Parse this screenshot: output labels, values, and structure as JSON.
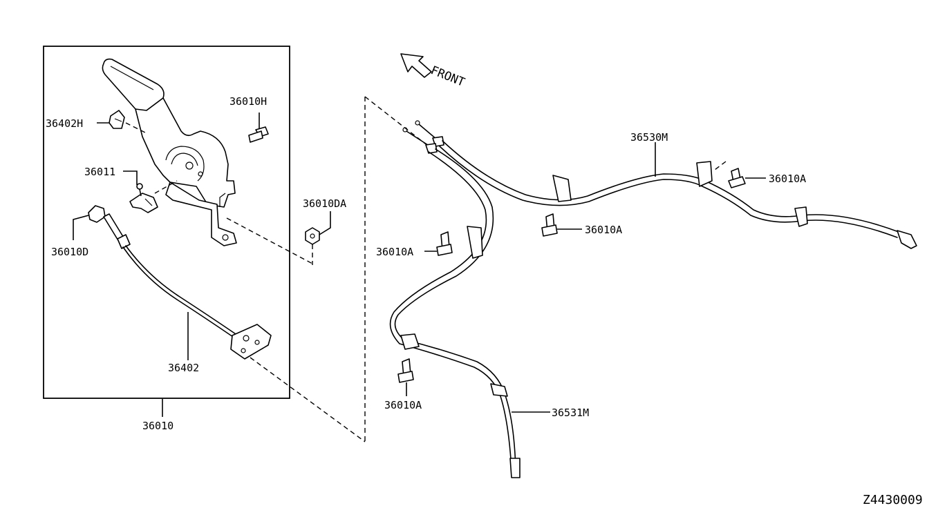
{
  "diagram": {
    "front_label": "FRONT",
    "drawing_code": "Z4430009",
    "callouts": {
      "c_36402H": "36402H",
      "c_36010H": "36010H",
      "c_36011": "36011",
      "c_36010D": "36010D",
      "c_36402": "36402",
      "c_36010": "36010",
      "c_36010DA": "36010DA",
      "c_36530M": "36530M",
      "c_36010A_right": "36010A",
      "c_36010A_mid": "36010A",
      "c_36010A_left": "36010A",
      "c_36010A_bottom": "36010A",
      "c_36531M": "36531M"
    }
  }
}
